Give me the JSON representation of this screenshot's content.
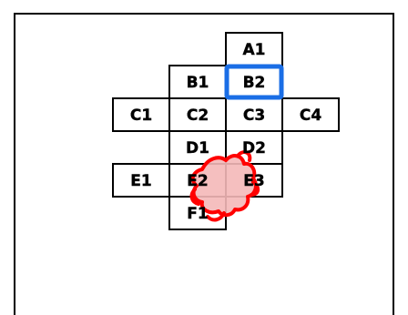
{
  "board": {
    "cells": [
      {
        "id": "A1",
        "label": "A1"
      },
      {
        "id": "B1",
        "label": "B1"
      },
      {
        "id": "B2",
        "label": "B2"
      },
      {
        "id": "C1",
        "label": "C1"
      },
      {
        "id": "C2",
        "label": "C2"
      },
      {
        "id": "C3",
        "label": "C3"
      },
      {
        "id": "C4",
        "label": "C4"
      },
      {
        "id": "D1",
        "label": "D1"
      },
      {
        "id": "D2",
        "label": "D2"
      },
      {
        "id": "E1",
        "label": "E1"
      },
      {
        "id": "E2",
        "label": "E2"
      },
      {
        "id": "E3",
        "label": "E3"
      },
      {
        "id": "F1",
        "label": "F1"
      }
    ],
    "selected_cell": "B2",
    "highlight_color": "#1a6ee6",
    "blob_color": "#ff0000",
    "blob_fill": "#f4b8b8",
    "blob_cells": [
      "D1",
      "D2",
      "E2",
      "E3"
    ]
  }
}
